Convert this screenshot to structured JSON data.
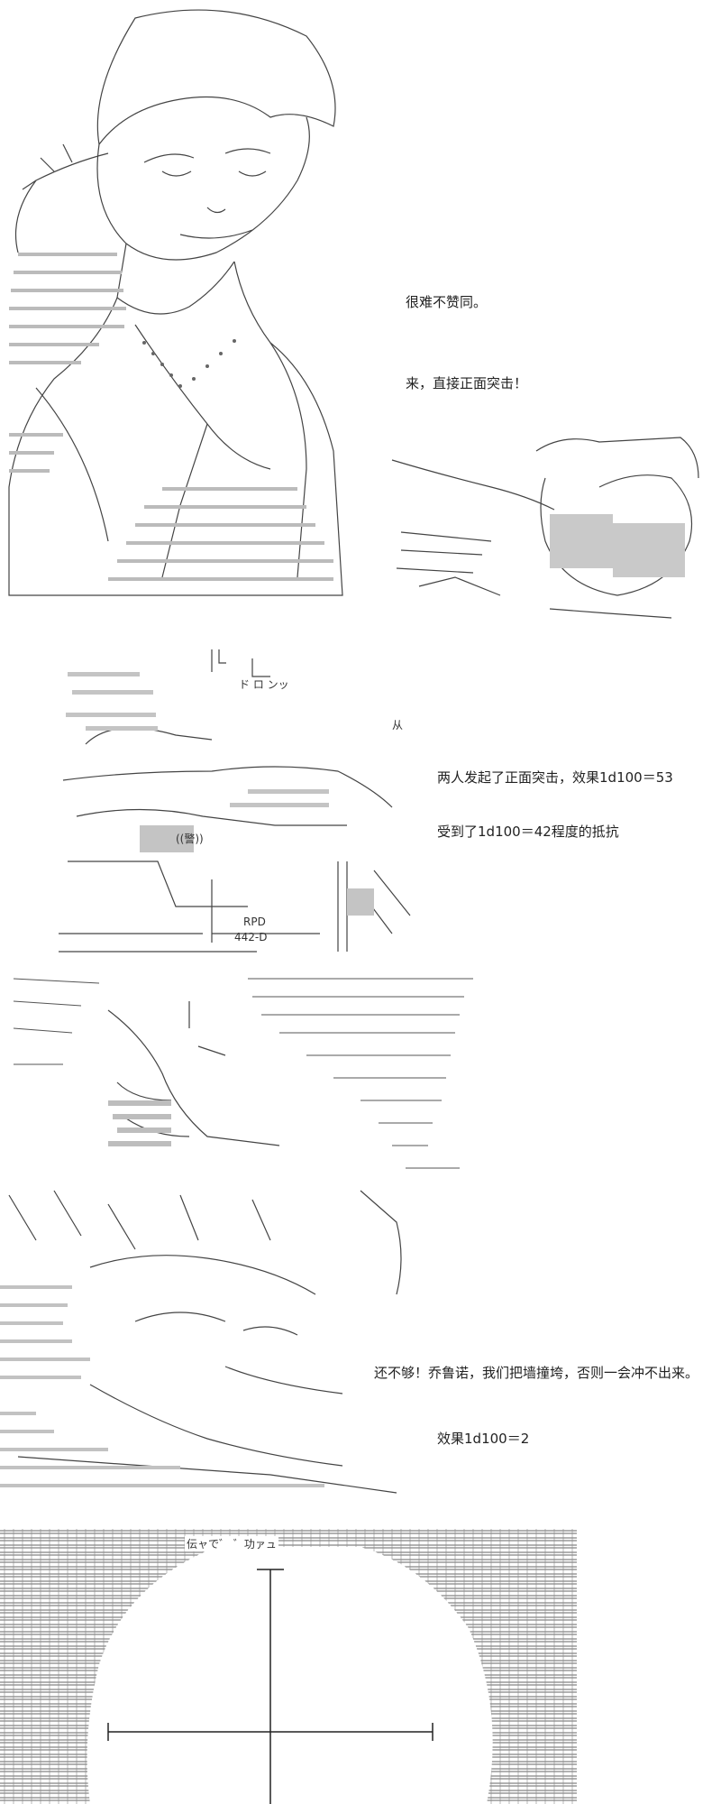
{
  "captions": {
    "c1": "很难不赞同。",
    "c2": "来，直接正面突击！",
    "c3_line1": "两人发起了正面突击，效果1d100＝53",
    "c3_line2": "受到了1d100＝42程度的抵抗",
    "c4": "还不够！乔鲁诺，我们把墙撞垮，否则一会冲不出来。",
    "c5": "效果1d100＝2"
  },
  "art_text": {
    "sfx_zugan": "ド ロ ンッ",
    "sfx_jin": "从",
    "label_rpd": "RPD",
    "label_unit": "442-D",
    "sign_police": "((警))",
    "bottom_sign": "伝ャで゛ ゛功ァュ"
  }
}
